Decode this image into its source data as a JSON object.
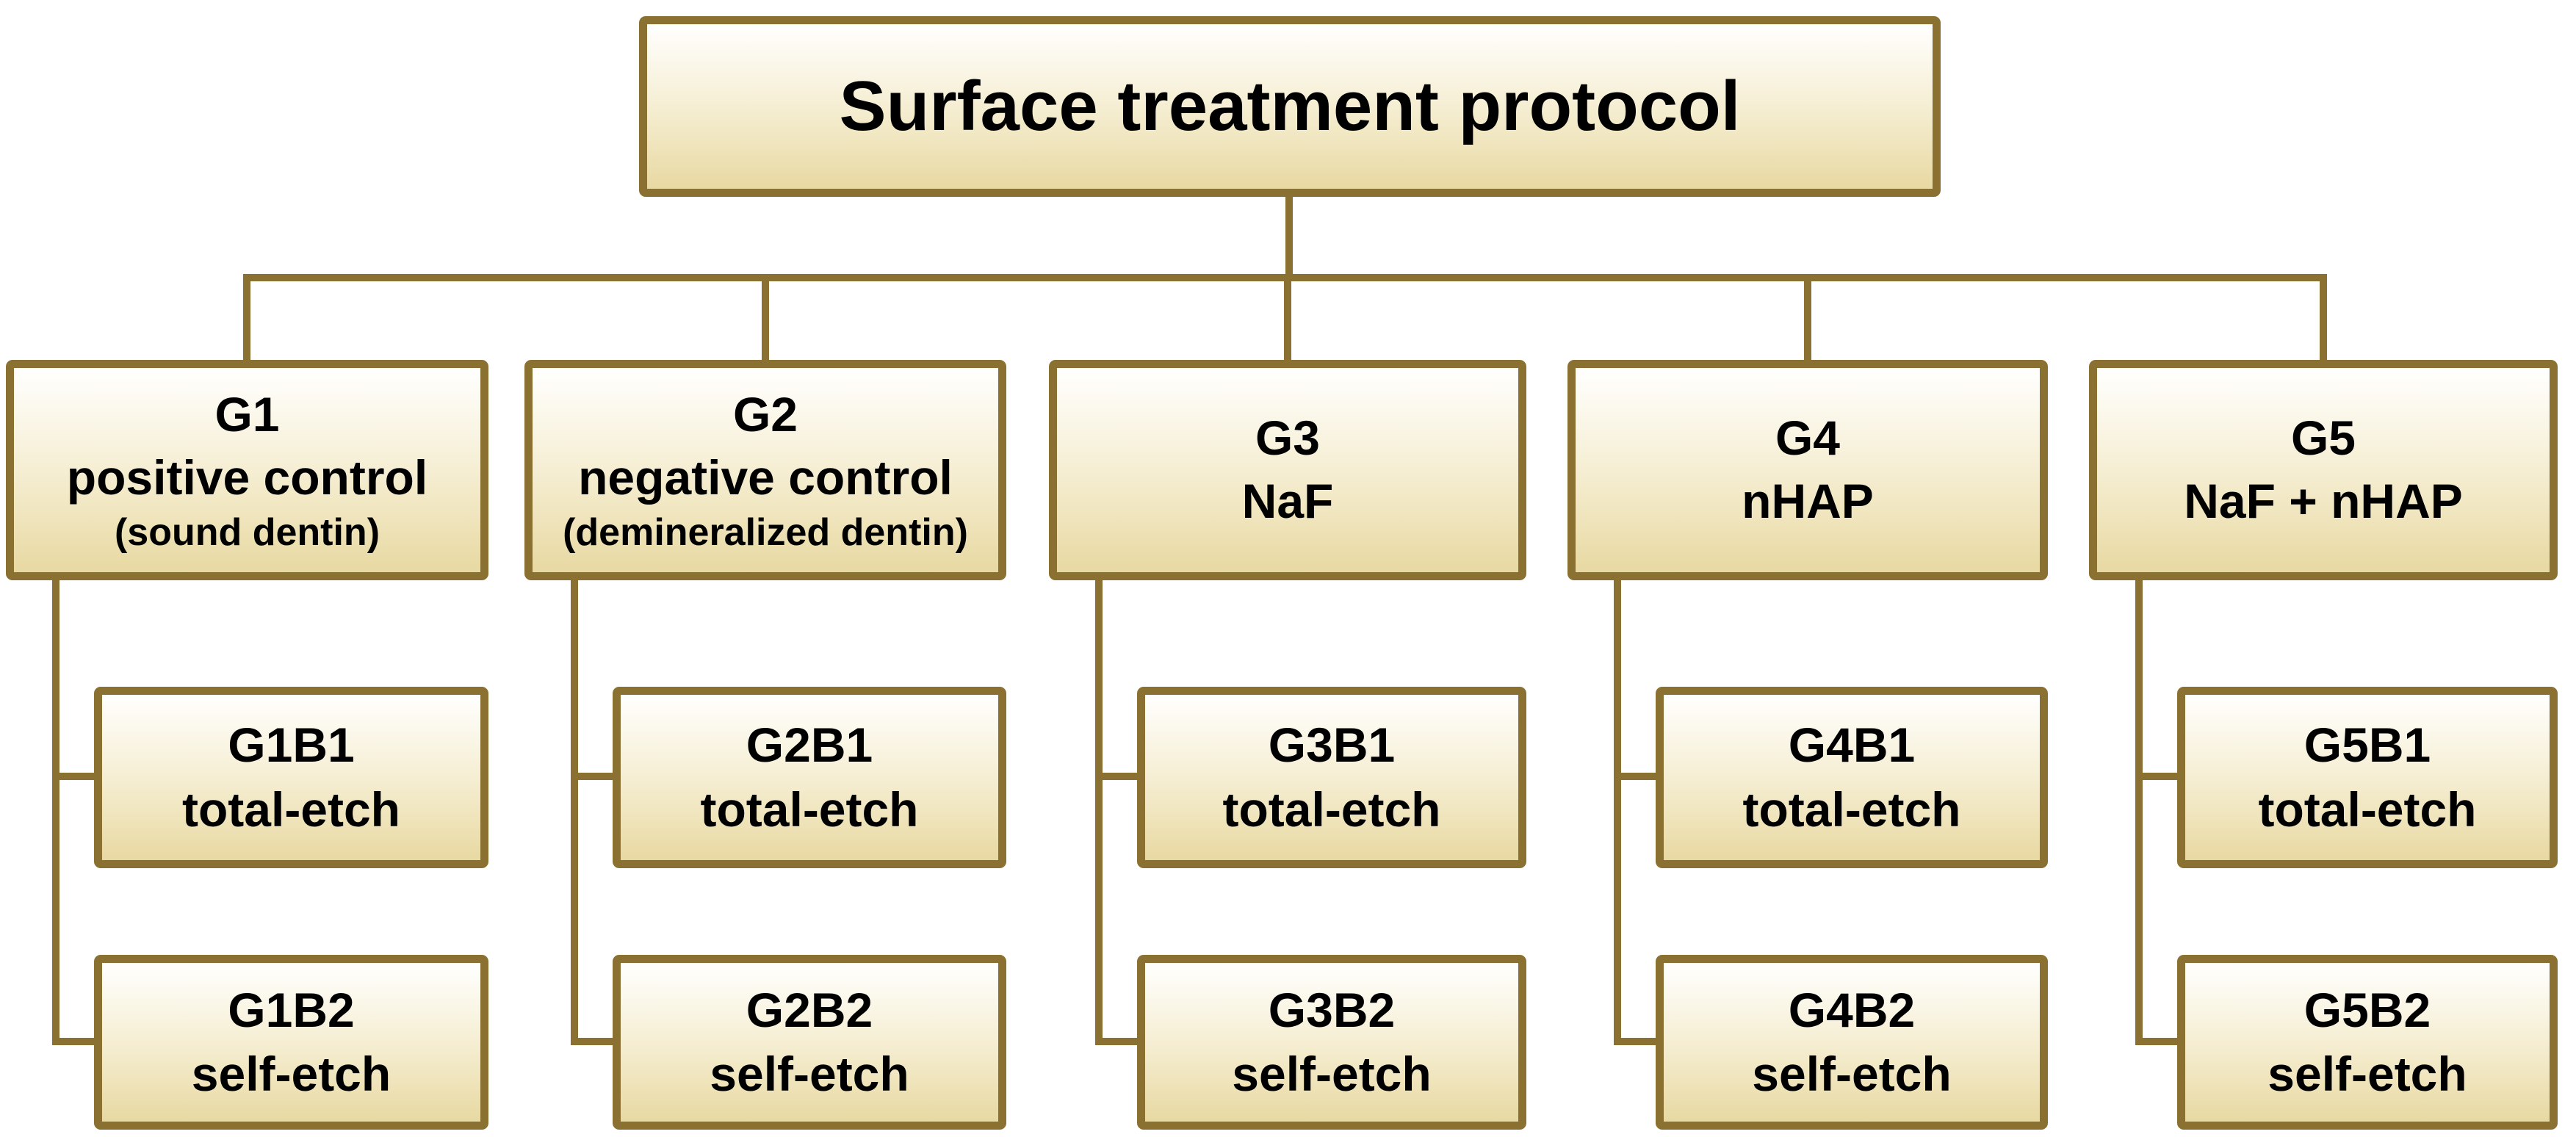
{
  "title": "Surface treatment protocol",
  "colors": {
    "line": "#8a7132",
    "box_border": "#8a7132",
    "box_fill_top": "#fffffe",
    "box_fill_bottom": "#e8d9a2",
    "text": "#000000",
    "background": "#ffffff"
  },
  "groups": [
    {
      "id": "G1",
      "name": "positive control",
      "note": "(sound dentin)",
      "children": [
        {
          "id": "G1B1",
          "method": "total-etch"
        },
        {
          "id": "G1B2",
          "method": "self-etch"
        }
      ]
    },
    {
      "id": "G2",
      "name": "negative control",
      "note": "(demineralized dentin)",
      "children": [
        {
          "id": "G2B1",
          "method": "total-etch"
        },
        {
          "id": "G2B2",
          "method": "self-etch"
        }
      ]
    },
    {
      "id": "G3",
      "name": "NaF",
      "note": "",
      "children": [
        {
          "id": "G3B1",
          "method": "total-etch"
        },
        {
          "id": "G3B2",
          "method": "self-etch"
        }
      ]
    },
    {
      "id": "G4",
      "name": "nHAP",
      "note": "",
      "children": [
        {
          "id": "G4B1",
          "method": "total-etch"
        },
        {
          "id": "G4B2",
          "method": "self-etch"
        }
      ]
    },
    {
      "id": "G5",
      "name": "NaF + nHAP",
      "note": "",
      "children": [
        {
          "id": "G5B1",
          "method": "total-etch"
        },
        {
          "id": "G5B2",
          "method": "self-etch"
        }
      ]
    }
  ]
}
